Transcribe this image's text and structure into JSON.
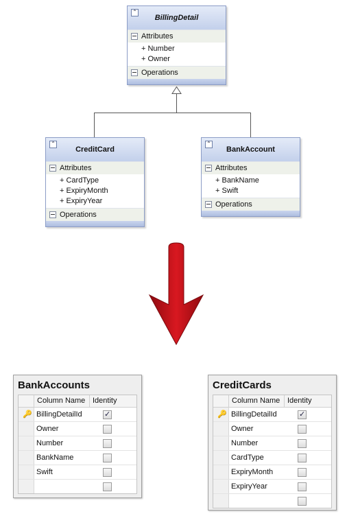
{
  "base_class": {
    "name": "BillingDetail",
    "sections": {
      "attributes": "Attributes",
      "operations": "Operations"
    },
    "attributes": [
      "+ Number",
      "+ Owner"
    ]
  },
  "credit_card_class": {
    "name": "CreditCard",
    "sections": {
      "attributes": "Attributes",
      "operations": "Operations"
    },
    "attributes": [
      "+ CardType",
      "+ ExpiryMonth",
      "+ ExpiryYear"
    ]
  },
  "bank_account_class": {
    "name": "BankAccount",
    "sections": {
      "attributes": "Attributes",
      "operations": "Operations"
    },
    "attributes": [
      "+ BankName",
      "+ Swift"
    ]
  },
  "colors": {
    "arrow": "#c8101a",
    "class_border": "#8b9cc6"
  },
  "bank_accounts_table": {
    "name": "BankAccounts",
    "headers": {
      "column": "Column Name",
      "identity": "Identity"
    },
    "rows": [
      {
        "col": "BillingDetailId",
        "key": true,
        "identity": true
      },
      {
        "col": "Owner",
        "key": false,
        "identity": false
      },
      {
        "col": "Number",
        "key": false,
        "identity": false
      },
      {
        "col": "BankName",
        "key": false,
        "identity": false
      },
      {
        "col": "Swift",
        "key": false,
        "identity": false
      },
      {
        "col": "",
        "key": false,
        "identity": false
      }
    ]
  },
  "credit_cards_table": {
    "name": "CreditCards",
    "headers": {
      "column": "Column Name",
      "identity": "Identity"
    },
    "rows": [
      {
        "col": "BillingDetailId",
        "key": true,
        "identity": true
      },
      {
        "col": "Owner",
        "key": false,
        "identity": false
      },
      {
        "col": "Number",
        "key": false,
        "identity": false
      },
      {
        "col": "CardType",
        "key": false,
        "identity": false
      },
      {
        "col": "ExpiryMonth",
        "key": false,
        "identity": false
      },
      {
        "col": "ExpiryYear",
        "key": false,
        "identity": false
      },
      {
        "col": "",
        "key": false,
        "identity": false
      }
    ]
  }
}
